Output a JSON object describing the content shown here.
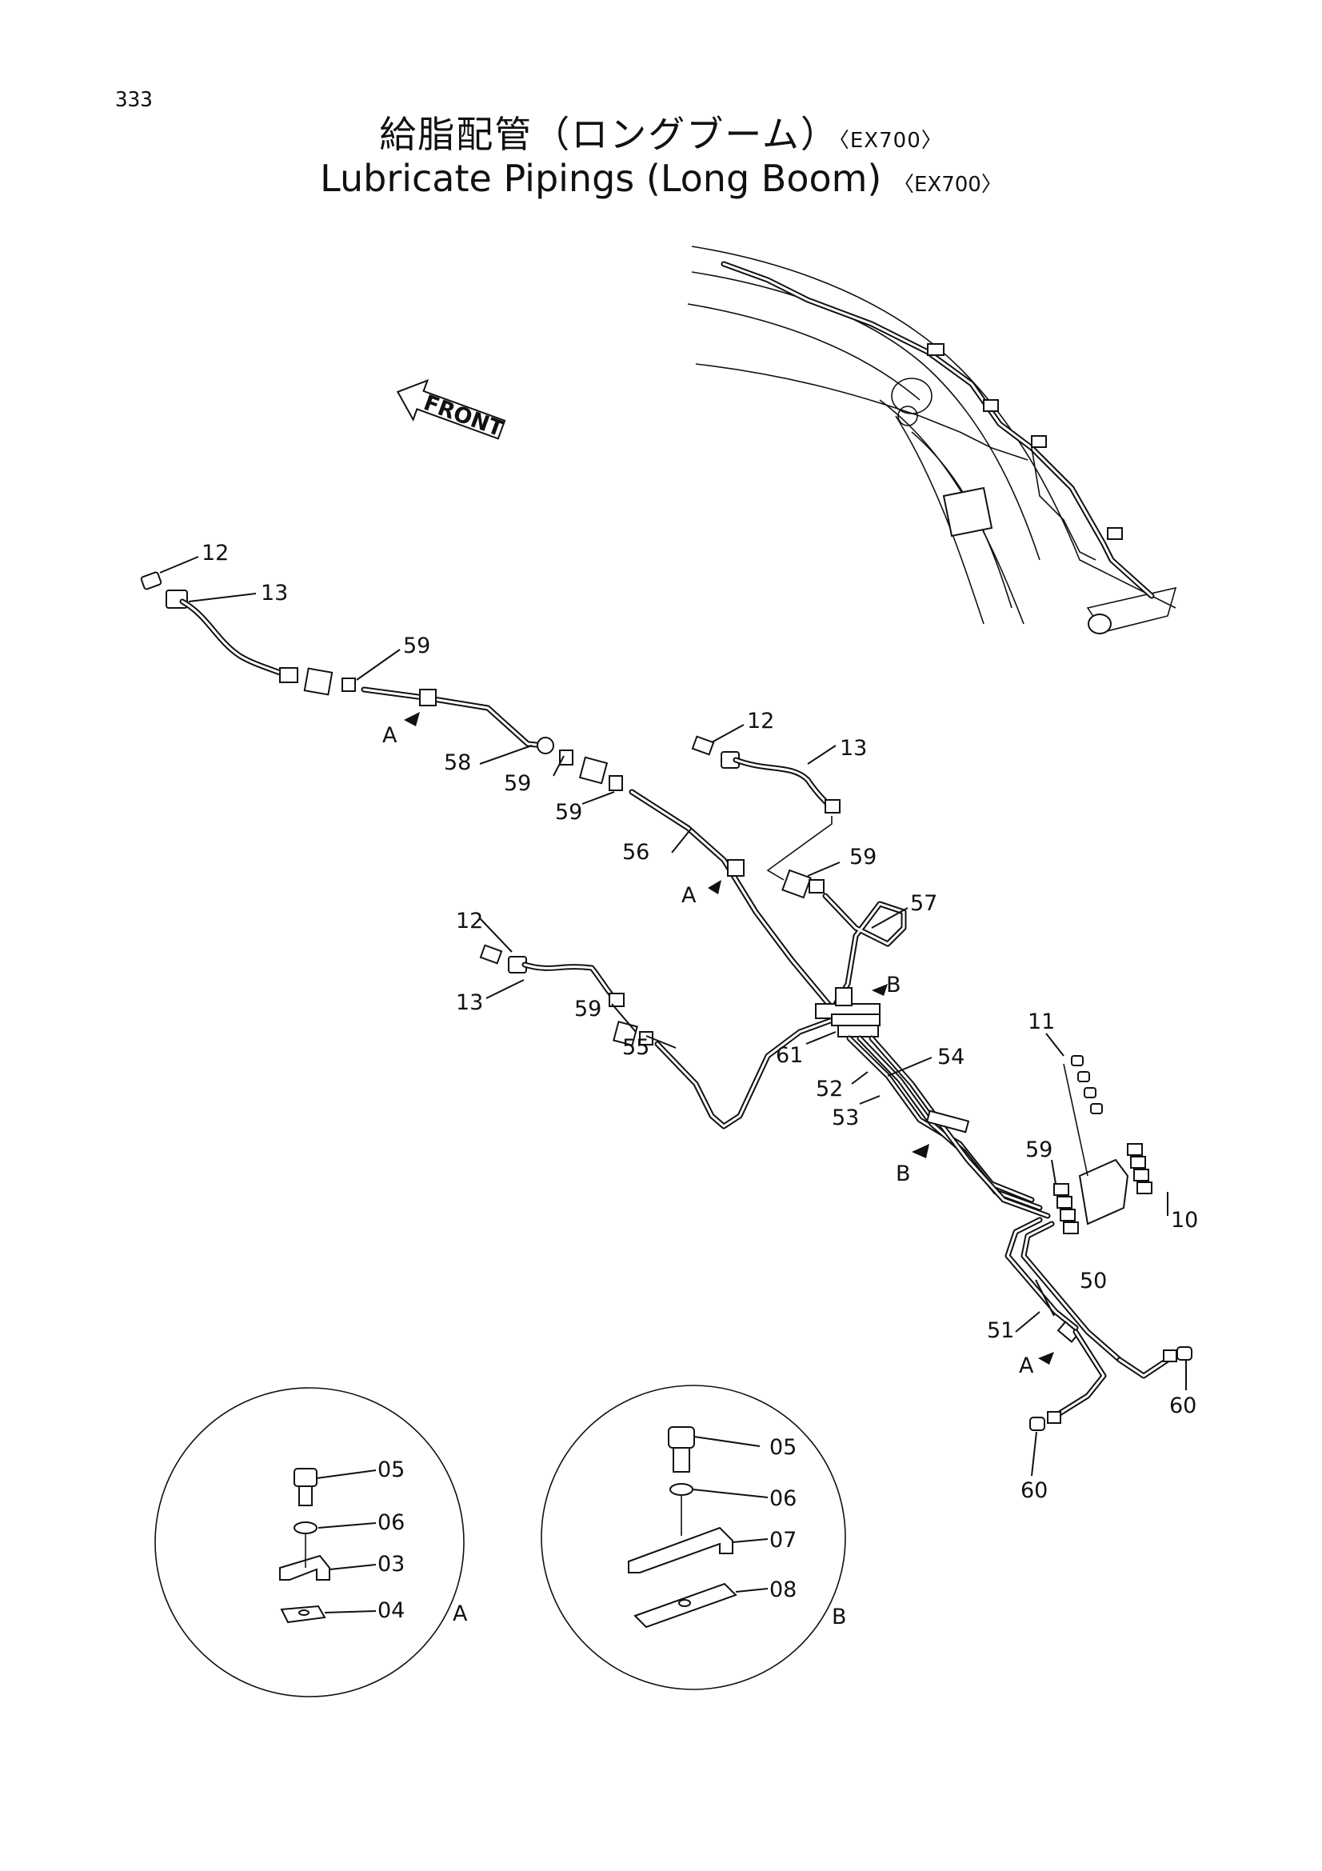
{
  "page_number": "333",
  "title_jp": "給脂配管（ロングブーム）",
  "title_en": "Lubricate Pipings (Long Boom)",
  "model_tag": "〈EX700〉",
  "front_label": "FRONT",
  "callouts": {
    "c12a": "12",
    "c13a": "13",
    "c59a": "59",
    "cA1": "A",
    "c58": "58",
    "c59b": "59",
    "c59c": "59",
    "c12b": "12",
    "c13b": "13",
    "c56": "56",
    "cA2": "A",
    "c59d": "59",
    "c57": "57",
    "c12c": "12",
    "c13c": "13",
    "c59e": "59",
    "cB1": "B",
    "c55": "55",
    "c61": "61",
    "c54": "54",
    "c52": "52",
    "c53": "53",
    "c11": "11",
    "c59f": "59",
    "cB2": "B",
    "c10": "10",
    "c50": "50",
    "c51": "51",
    "cA3": "A",
    "c60a": "60",
    "c60b": "60"
  },
  "detail_a": {
    "label": "A",
    "callouts": {
      "c05": "05",
      "c06": "06",
      "c03": "03",
      "c04": "04"
    }
  },
  "detail_b": {
    "label": "B",
    "callouts": {
      "c05": "05",
      "c06": "06",
      "c07": "07",
      "c08": "08"
    }
  }
}
